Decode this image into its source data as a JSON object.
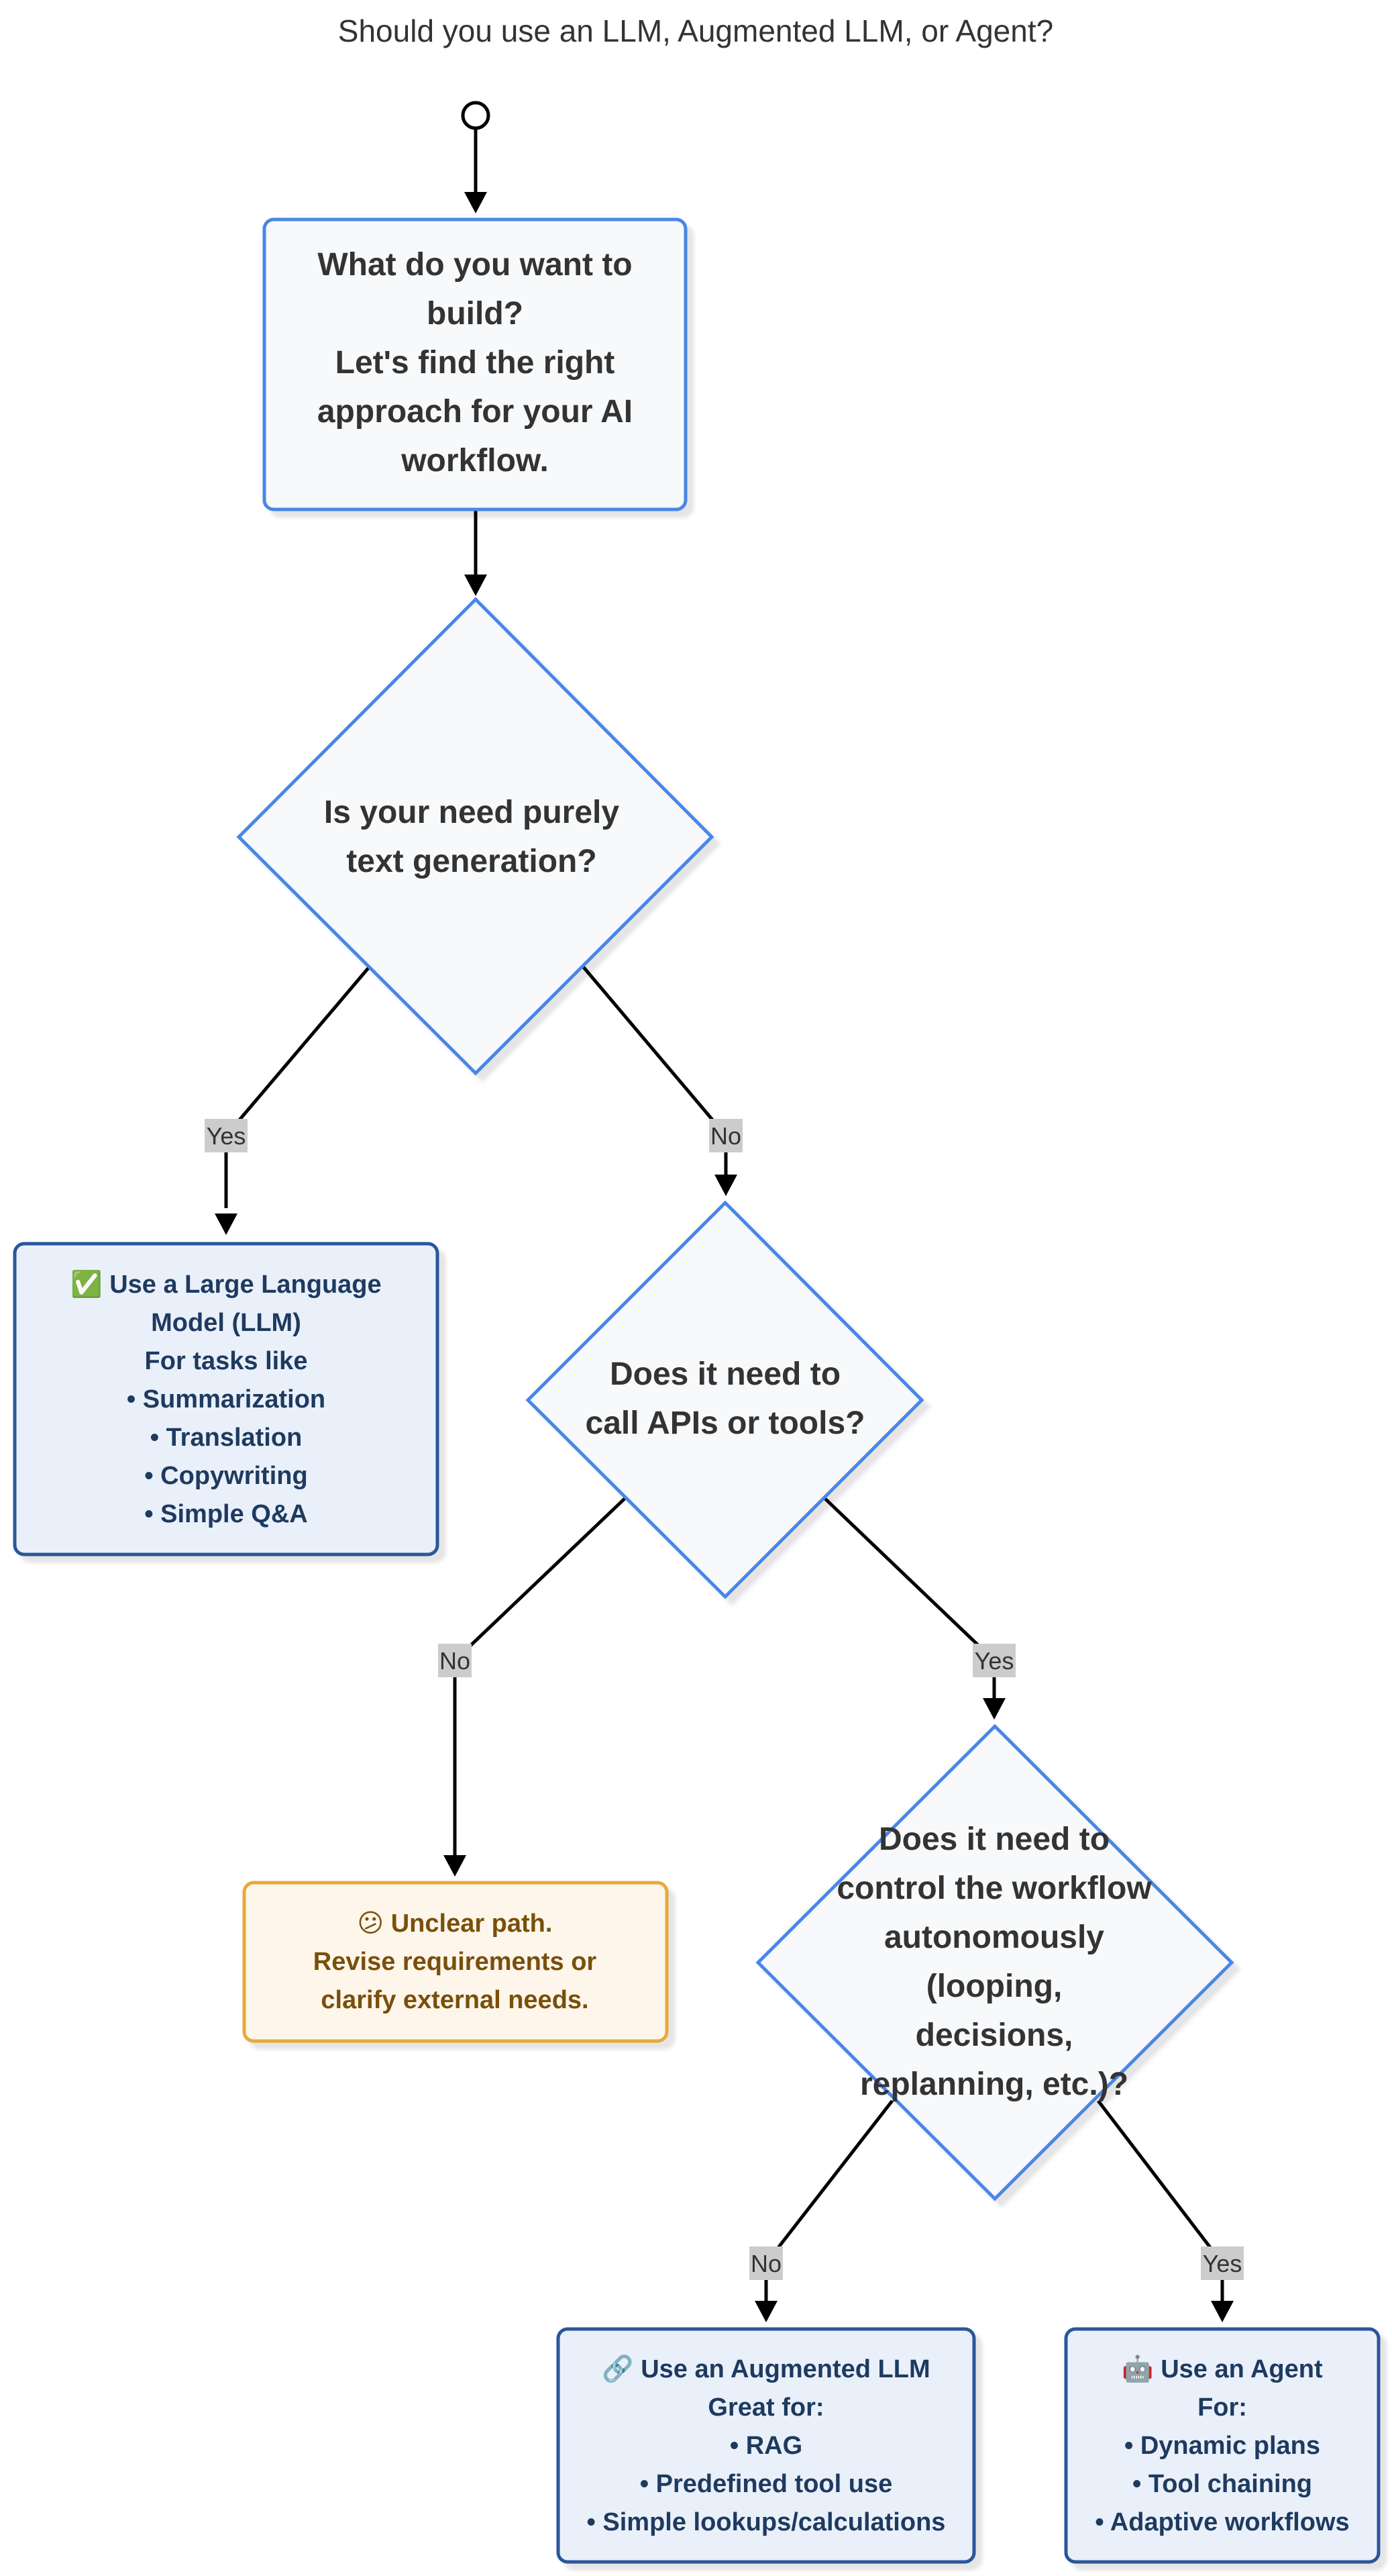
{
  "title": "Should you use an LLM, Augmented LLM, or Agent?",
  "nodes": {
    "start_box": [
      "What do you want to",
      "build?",
      "Let's find the right",
      "approach for your AI",
      "workflow."
    ],
    "q_text": [
      "Is your need purely",
      "text generation?"
    ],
    "q_tools": [
      "Does it need to",
      "call APIs or tools?"
    ],
    "q_control": [
      "Does it need to",
      "control the workflow",
      "autonomously",
      "(looping,",
      "decisions,",
      "replanning, etc.)?"
    ],
    "r_llm": [
      "✅ Use a Large Language",
      "Model (LLM)",
      "For tasks like",
      "• Summarization",
      "• Translation",
      "• Copywriting",
      "• Simple Q&A"
    ],
    "r_unclear": [
      "😕 Unclear path.",
      "Revise requirements or",
      "clarify external needs."
    ],
    "r_augmented": [
      "🔗 Use an Augmented LLM",
      "Great for:",
      "• RAG",
      "• Predefined tool use",
      "• Simple lookups/calculations"
    ],
    "r_agent": [
      "🤖 Use an Agent",
      "For:",
      "• Dynamic plans",
      "• Tool chaining",
      "• Adaptive workflows"
    ]
  },
  "edge_labels": {
    "text_yes": "Yes",
    "text_no": "No",
    "tools_no": "No",
    "tools_yes": "Yes",
    "control_no": "No",
    "control_yes": "Yes"
  },
  "colors": {
    "decision_border": "#4a86e8",
    "decision_fill": "#f7f9fb",
    "result_border": "#2b579a",
    "result_fill": "#e9f0fa",
    "warning_border": "#e8a93a",
    "warning_fill": "#fef6ea",
    "label_bg": "#cccccc"
  }
}
